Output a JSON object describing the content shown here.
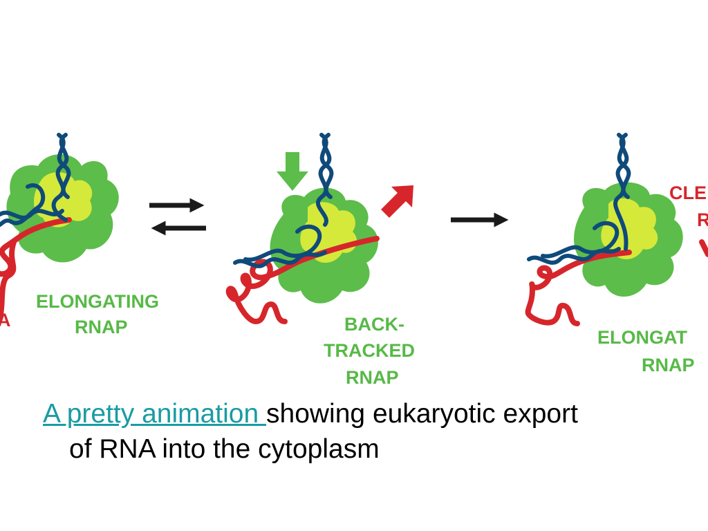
{
  "labels": {
    "left_partial": "A",
    "elongating_1": [
      "ELONGATING",
      "RNAP"
    ],
    "backtracked": [
      "BACK-",
      "TRACKED",
      "RNAP"
    ],
    "elongating_2": [
      "ELONGAT",
      "RNAP"
    ],
    "cleave_partial": [
      "CLE",
      "R"
    ]
  },
  "caption": {
    "link_text": "A pretty animation ",
    "text_line1": "showing eukaryotic export",
    "text_line2": "of RNA into the cytoplasm"
  },
  "colors": {
    "polymerase_dark": "#5cbd4a",
    "polymerase_light": "#d5e93b",
    "dna": "#0f4a7a",
    "rna": "#d6262b",
    "arrow_green": "#5cbd4a",
    "arrow_red": "#d6262b",
    "arrow_black": "#1a1a1a",
    "link": "#1a9ba3"
  }
}
